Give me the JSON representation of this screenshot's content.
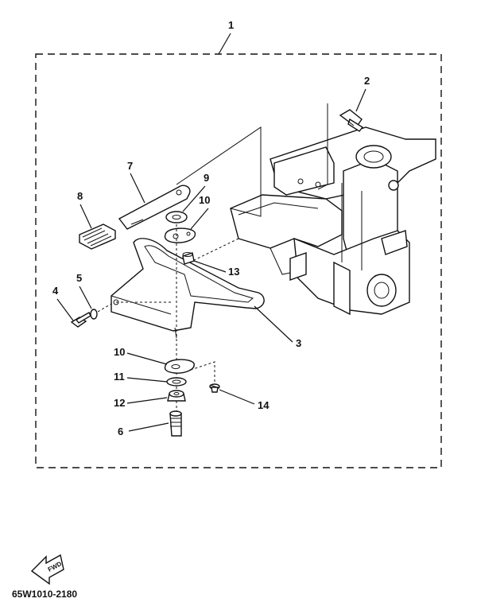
{
  "diagram": {
    "callouts": {
      "c1": "1",
      "c2": "2",
      "c3": "3",
      "c4": "4",
      "c5": "5",
      "c6": "6",
      "c7": "7",
      "c8": "8",
      "c9": "9",
      "c10a": "10",
      "c10b": "10",
      "c11": "11",
      "c12": "12",
      "c13": "13",
      "c14": "14"
    },
    "fwd_label": "FWD",
    "doc_code": "65W1010-2180"
  }
}
